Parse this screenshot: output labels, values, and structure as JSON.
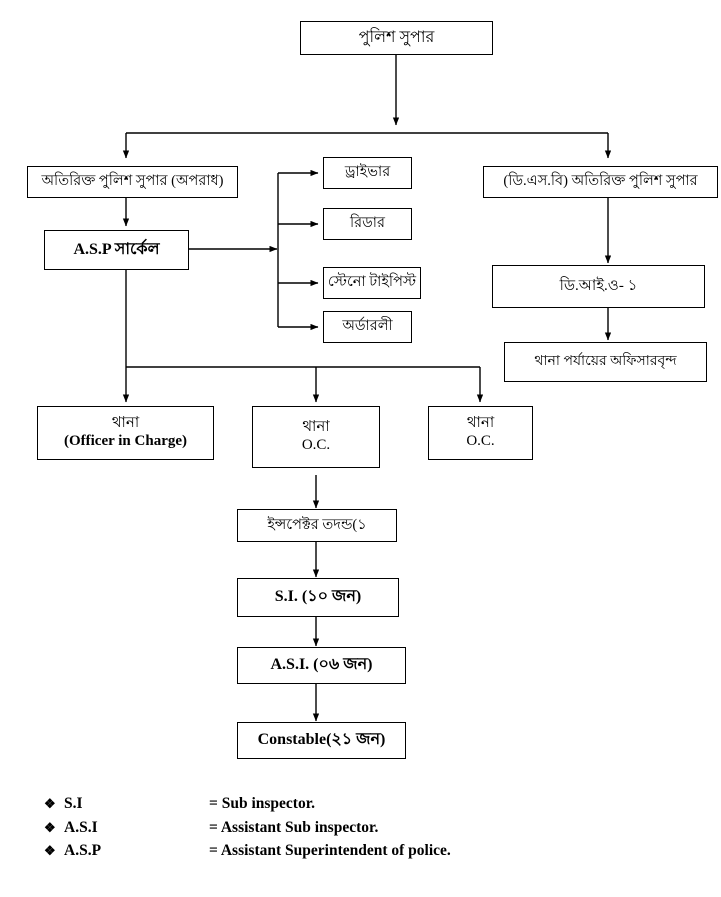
{
  "diagram": {
    "title": "Police Organizational Hierarchy Chart",
    "line_color": "#000000",
    "box_border_color": "#000000",
    "background": "#ffffff",
    "nodes": {
      "police_super": {
        "line1": "পুলিশ সুপার"
      },
      "addl_sp_crime": {
        "line1": "অতিরিক্ত পুলিশ সুপার (অপরাধ)"
      },
      "asp_circle": {
        "line1": "A.S.P সার্কেল"
      },
      "dsb_addl_sp": {
        "line1": "(ডি.এস.বি) অতিরিক্ত পুলিশ সুপার"
      },
      "driver": {
        "line1": "ড্রাইভার"
      },
      "reader": {
        "line1": "রিডার"
      },
      "steno_typist": {
        "line1": "স্টেনো টাইপিস্ট"
      },
      "orderly": {
        "line1": "অর্ডারলী"
      },
      "dio_1": {
        "line1": "ডি.আই.ও- ১"
      },
      "thana_level_officers": {
        "line1": "থানা পর্যায়ের অফিসারবৃন্দ"
      },
      "thana_oic": {
        "line1": "থানা",
        "line2": "(Officer in Charge)"
      },
      "thana_oc_2": {
        "line1": "থানা",
        "line2": "O.C."
      },
      "thana_oc_3": {
        "line1": "থানা",
        "line2": "O.C."
      },
      "inspector_investigation": {
        "line1": "ইন্সপেক্টর তদন্ড(১"
      },
      "si": {
        "line1": "S.I. (১০ জন)"
      },
      "asi": {
        "line1": "A.S.I. (০৬ জন)"
      },
      "constable": {
        "line1": "Constable(২১ জন)"
      }
    },
    "legend": {
      "bullet": "❖",
      "separator": "=",
      "rows": [
        {
          "term": "S.I",
          "definition": "= Sub inspector."
        },
        {
          "term": "A.S.I",
          "definition": "= Assistant Sub inspector."
        },
        {
          "term": "A.S.P",
          "definition": "= Assistant Superintendent of police."
        }
      ]
    }
  }
}
